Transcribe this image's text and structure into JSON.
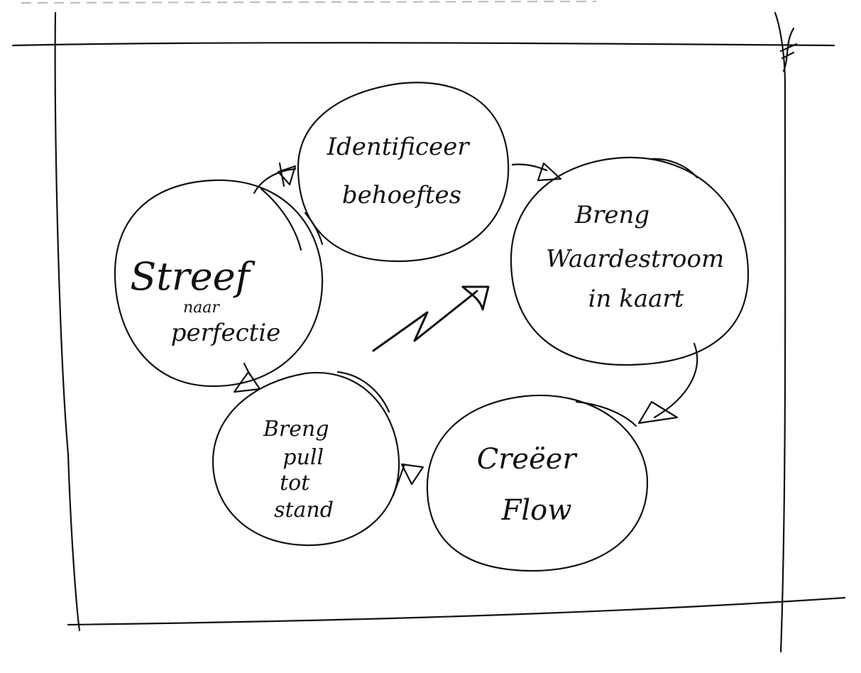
{
  "diagram": {
    "cycle_nodes": [
      {
        "id": "identify",
        "lines": [
          "Identificeer",
          "behoeftes"
        ]
      },
      {
        "id": "map",
        "lines": [
          "Breng",
          "Waardestroom",
          "in kaart"
        ]
      },
      {
        "id": "flow",
        "lines": [
          "Creëer",
          "Flow"
        ]
      },
      {
        "id": "pull",
        "lines": [
          "Breng",
          "pull",
          "tot",
          "stand"
        ]
      },
      {
        "id": "perfection",
        "lines": [
          "Streef",
          "naar",
          "perfectie"
        ]
      }
    ],
    "center_mark": "lightning-arrow"
  }
}
